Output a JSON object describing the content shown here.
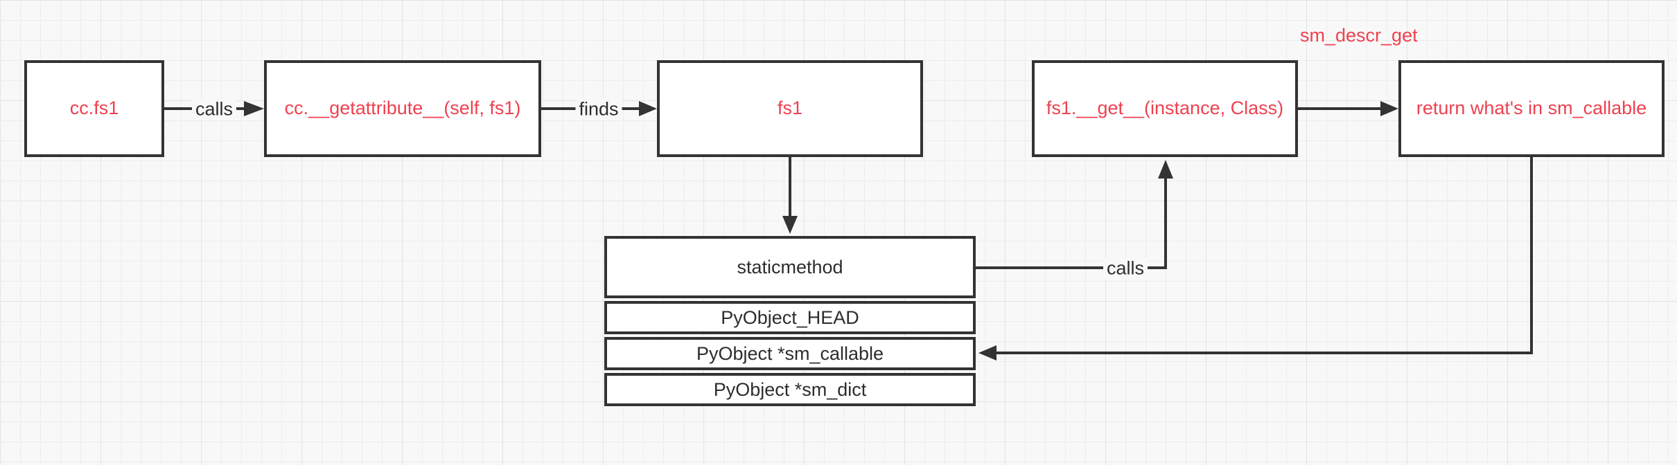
{
  "colors": {
    "red_text": "#ee4150",
    "dark_text": "#2d2d2d",
    "line_color": "#333333",
    "node_fill": "#ffffff",
    "canvas_bg": "#f8f8f8",
    "grid_minor": "#ededed",
    "grid_major": "#e3e3e3"
  },
  "diagram": {
    "annotation": "sm_descr_get",
    "nodes": [
      {
        "id": "cc-fs1",
        "label": "cc.fs1"
      },
      {
        "id": "getattribute",
        "label": "cc.__getattribute__(self, fs1)"
      },
      {
        "id": "fs1",
        "label": "fs1"
      },
      {
        "id": "fs1-get",
        "label": "fs1.__get__(instance, Class)"
      },
      {
        "id": "return",
        "label": "return what's in sm_callable"
      }
    ],
    "edge_labels": {
      "calls1": "calls",
      "finds": "finds",
      "calls2": "calls"
    },
    "table": {
      "title": "staticmethod",
      "rows": [
        "PyObject_HEAD",
        "PyObject *sm_callable",
        "PyObject *sm_dict"
      ]
    }
  }
}
